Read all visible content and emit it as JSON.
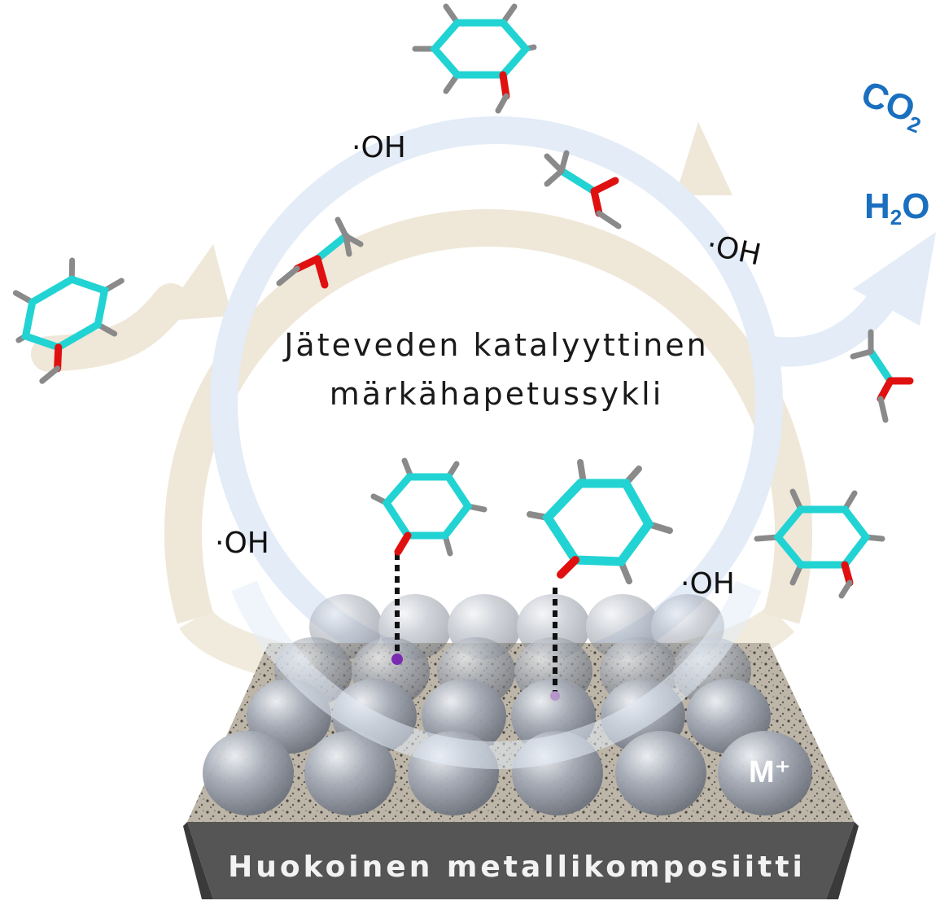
{
  "title_line1": "Jäteveden katalyyttinen",
  "title_line2": "märkähapetussykli",
  "radicals": [
    "·OH",
    "·OH",
    "·OH",
    "·OH"
  ],
  "products": {
    "co2_main": "CO",
    "co2_sub": "2",
    "h2o_pre": "H",
    "h2o_sub": "2",
    "h2o_post": "O"
  },
  "metal_ion": "M⁺",
  "platform_label": "Huokoinen metallikomposiitti",
  "colors": {
    "outer_arrow": "#efe7d8",
    "inner_arrow": "#e3ecf7",
    "carbon": "#22d3d3",
    "oxygen": "#e01010",
    "hydrogen": "#8a8a8a",
    "product_text": "#1a6fbf",
    "platform": "#555555"
  }
}
